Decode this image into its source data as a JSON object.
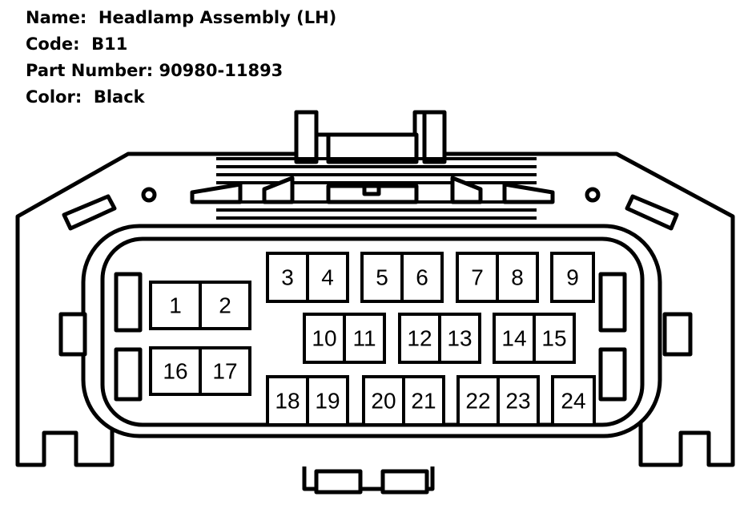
{
  "info": {
    "name_label": "Name:",
    "name_value": "Headlamp Assembly (LH)",
    "code_label": "Code:",
    "code_value": "B11",
    "part_label": "Part Number:",
    "part_value": "90980-11893",
    "color_label": "Color:",
    "color_value": "Black"
  },
  "connector": {
    "pins": [
      "1",
      "2",
      "3",
      "4",
      "5",
      "6",
      "7",
      "8",
      "9",
      "10",
      "11",
      "12",
      "13",
      "14",
      "15",
      "16",
      "17",
      "18",
      "19",
      "20",
      "21",
      "22",
      "23",
      "24"
    ]
  }
}
